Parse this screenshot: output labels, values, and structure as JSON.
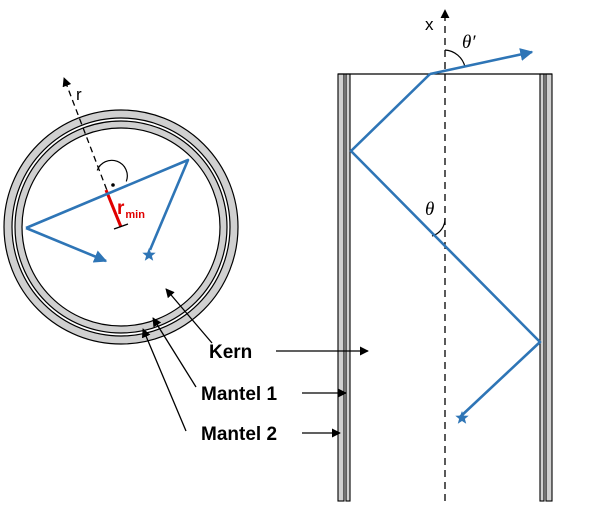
{
  "labels": {
    "core": "Kern",
    "cladding1": "Mantel 1",
    "cladding2": "Mantel 2",
    "radial_axis": "r",
    "fiber_axis": "x",
    "r_min_main": "r",
    "r_min_sub": "min",
    "theta": "θ",
    "theta_prime": "θ′"
  },
  "colors": {
    "ray": "#2e75b6",
    "r_min": "#e00000",
    "cladding_fill": "#d0d0d0",
    "outline": "#000000"
  },
  "icons": {
    "star": "star-icon",
    "right_angle": "right-angle-marker"
  }
}
